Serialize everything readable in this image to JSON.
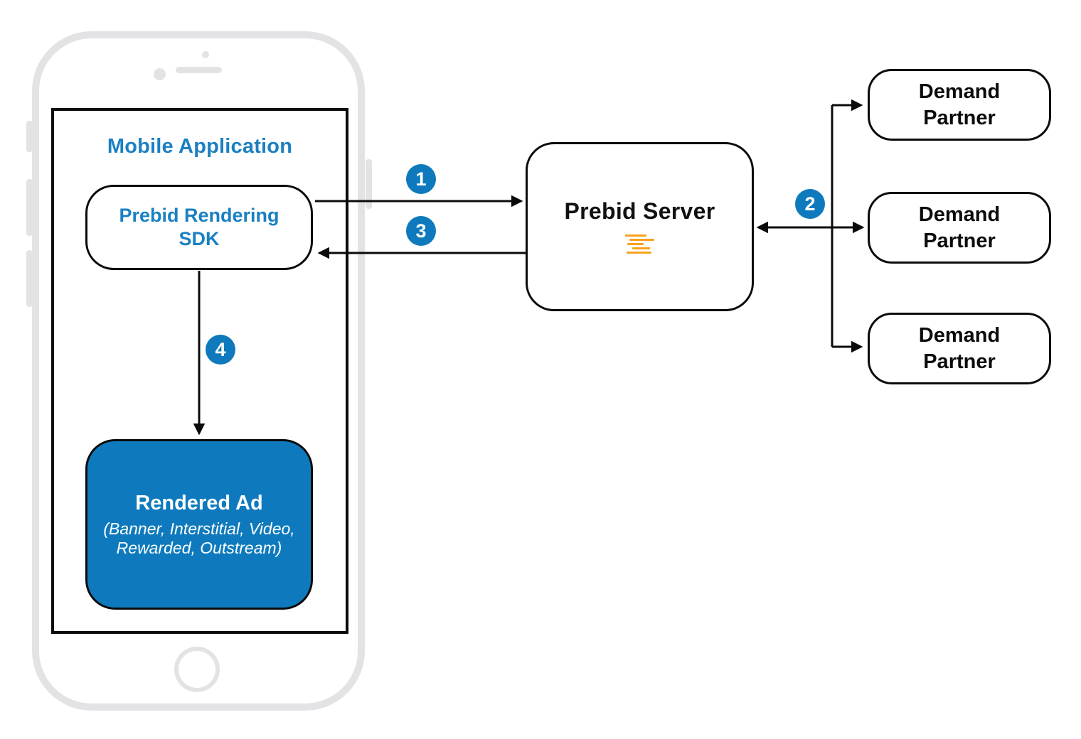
{
  "mobile_app": {
    "title": "Mobile Application",
    "sdk": {
      "line1": "Prebid Rendering",
      "line2": "SDK"
    },
    "rendered_ad": {
      "title": "Rendered Ad",
      "subtitle_line1": "(Banner, Interstitial, Video,",
      "subtitle_line2": "Rewarded, Outstream)"
    }
  },
  "prebid_server": {
    "label": "Prebid Server"
  },
  "demand_partners": [
    {
      "line1": "Demand",
      "line2": "Partner"
    },
    {
      "line1": "Demand",
      "line2": "Partner"
    },
    {
      "line1": "Demand",
      "line2": "Partner"
    }
  ],
  "steps": [
    "1",
    "2",
    "3",
    "4"
  ],
  "colors": {
    "accent_blue": "#0E7ABD",
    "text_blue": "#1B80C2",
    "logo_orange": "#F9A11E",
    "phone_gray": "#E3E3E5",
    "line_black": "#0B0B0B"
  }
}
